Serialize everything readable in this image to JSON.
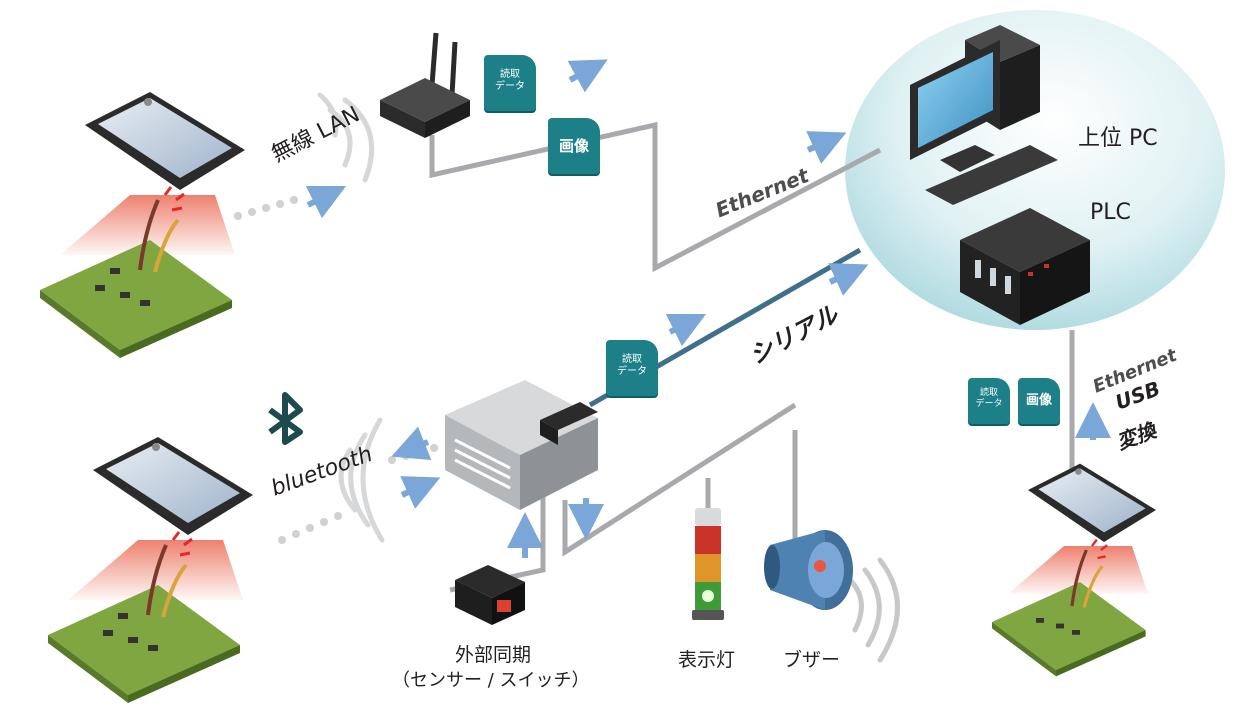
{
  "labels": {
    "wireless_lan": "無線 LAN",
    "ethernet_top": "Ethernet",
    "ethernet_right": "Ethernet",
    "serial": "シリアル",
    "upper_pc": "上位 PC",
    "plc": "PLC",
    "bluetooth": "bluetooth",
    "usb_line1": "USB",
    "usb_line2": "変換",
    "external_sync_line1": "外部同期",
    "external_sync_line2": "（センサー / スイッチ）",
    "indicator_light": "表示灯",
    "buzzer": "ブザー"
  },
  "badges": {
    "read_data_line1": "読取",
    "read_data_line2": "データ",
    "image": "画像"
  },
  "colors": {
    "teal_badge": "#1d7f87",
    "arrow_blue": "#7aa7d8",
    "line_gray": "#a7a9ac",
    "serial_line": "#3f6f8a",
    "cloud_fill": "#bfe3e8",
    "board_green": "#7fa640",
    "scan_red": "#e8573f"
  }
}
